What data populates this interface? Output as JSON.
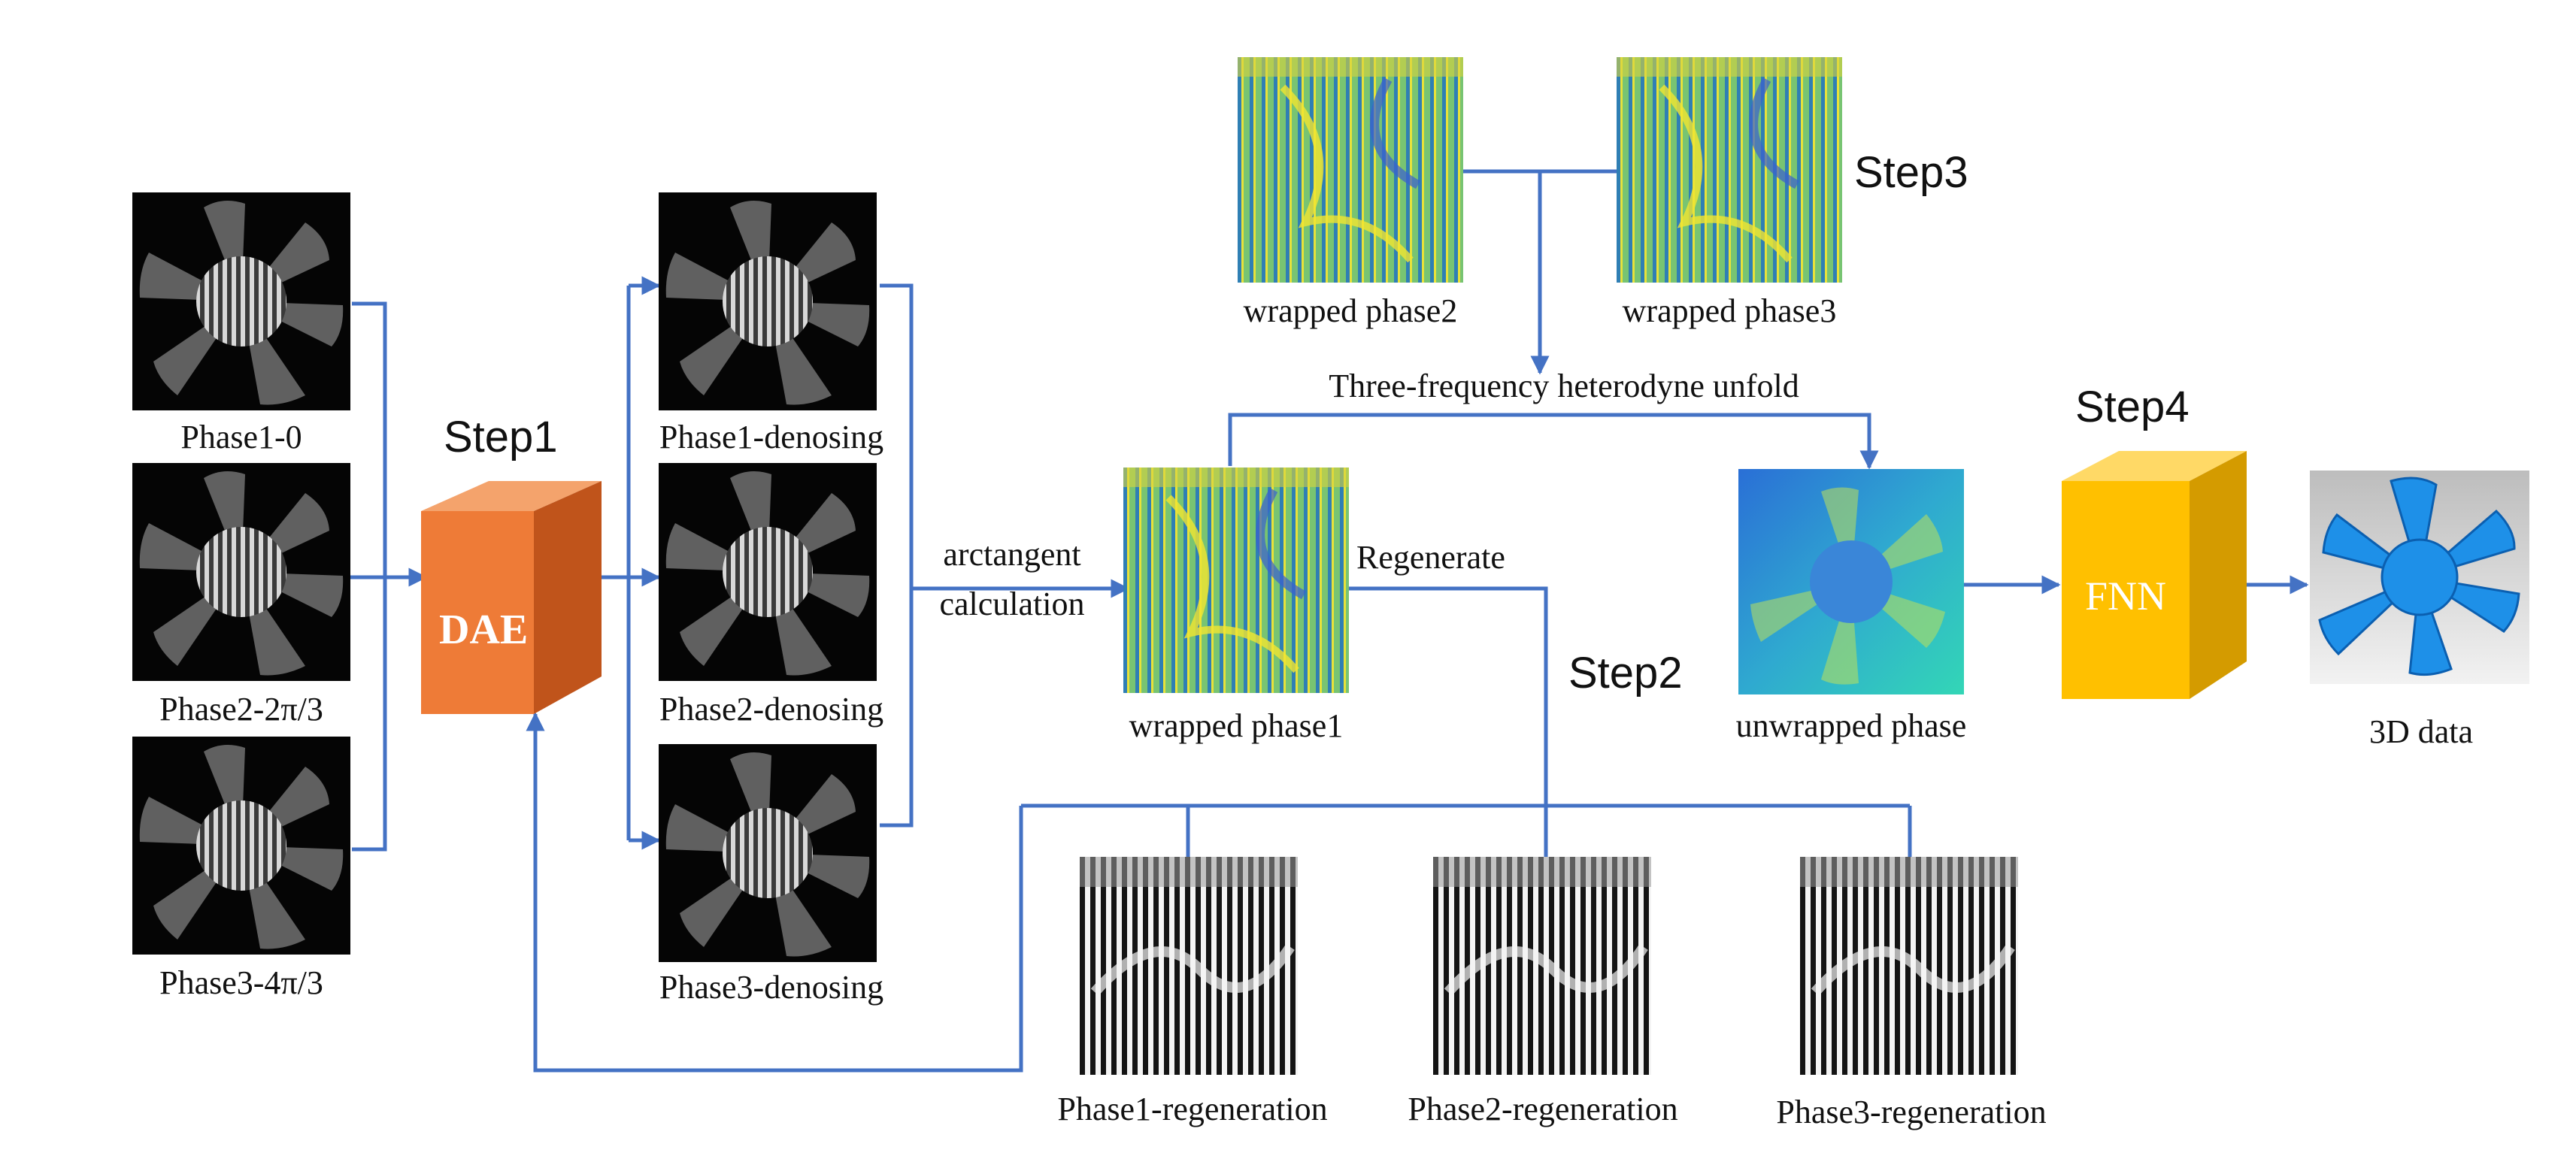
{
  "colors": {
    "arrow": "#4472c4",
    "dae_front": "#ee7b37",
    "dae_top": "#f4a36c",
    "dae_side": "#c0541b",
    "fnn_front": "#ffc000",
    "fnn_top": "#ffd966",
    "fnn_side": "#d49b00"
  },
  "inputs": [
    "Phase1-0",
    "Phase2-2π/3",
    "Phase3-4π/3"
  ],
  "step1": "Step1",
  "dae_label": "DAE",
  "denoised": [
    "Phase1-denosing",
    "Phase2-denosing",
    "Phase3-denosing"
  ],
  "arctangent": [
    "arctangent",
    "calculation"
  ],
  "wrapped1": "wrapped phase1",
  "regenerate": "Regenerate",
  "step2": "Step2",
  "wrapped2": "wrapped phase2",
  "wrapped3": "wrapped phase3",
  "step3": "Step3",
  "heterodyne": "Three-frequency heterodyne unfold",
  "unwrapped": "unwrapped phase",
  "step4": "Step4",
  "fnn_label": "FNN",
  "output": "3D data",
  "regenerations": [
    "Phase1-regeneration",
    "Phase2-regeneration",
    "Phase3-regeneration"
  ]
}
